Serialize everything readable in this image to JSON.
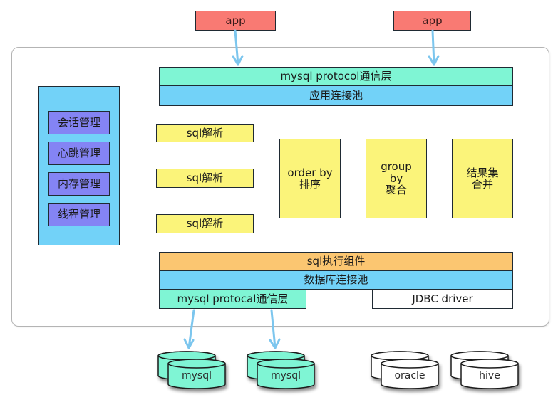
{
  "apps": [
    {
      "label": "app"
    },
    {
      "label": "app"
    }
  ],
  "top_layer": {
    "protocol": "mysql protocol通信层",
    "app_pool": "应用连接池"
  },
  "side_panel": {
    "items": [
      {
        "label": "会话管理"
      },
      {
        "label": "心跳管理"
      },
      {
        "label": "内存管理"
      },
      {
        "label": "线程管理"
      }
    ]
  },
  "parsers": [
    {
      "label": "sql解析"
    },
    {
      "label": "sql解析"
    },
    {
      "label": "sql解析"
    }
  ],
  "processors": [
    {
      "line1": "order by",
      "line2": "排序",
      "line3": ""
    },
    {
      "line1": "group",
      "line2": "by",
      "line3": "聚合"
    },
    {
      "line1": "结果集",
      "line2": "合并",
      "line3": ""
    }
  ],
  "bottom_layer": {
    "executor": "sql执行组件",
    "db_pool": "数据库连接池",
    "protocol": "mysql protocal通信层",
    "jdbc": "JDBC driver"
  },
  "databases": [
    {
      "label": "mysql",
      "color": "#7ff5d4"
    },
    {
      "label": "mysql",
      "color": "#7ff5d4"
    },
    {
      "label": "oracle",
      "color": "#ffffff"
    },
    {
      "label": "hive",
      "color": "#ffffff"
    }
  ],
  "colors": {
    "app": "#f97a73",
    "protocol": "#7ff5d4",
    "pool": "#72d2f8",
    "parser": "#fbf47a",
    "executor": "#fbc671",
    "manager": "#8484f4",
    "arrow": "#7cc6ee"
  }
}
